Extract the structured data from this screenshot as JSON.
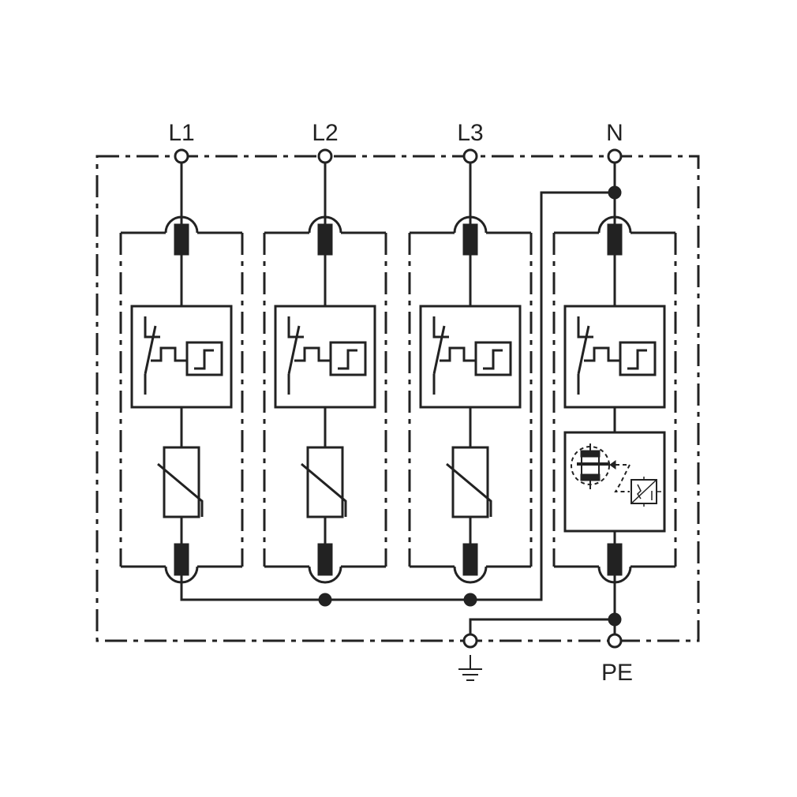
{
  "diagram": {
    "terminals": {
      "l1": "L1",
      "l2": "L2",
      "l3": "L3",
      "n": "N",
      "pe": "PE"
    },
    "colors": {
      "line": "#222222",
      "background": "#ffffff"
    }
  }
}
